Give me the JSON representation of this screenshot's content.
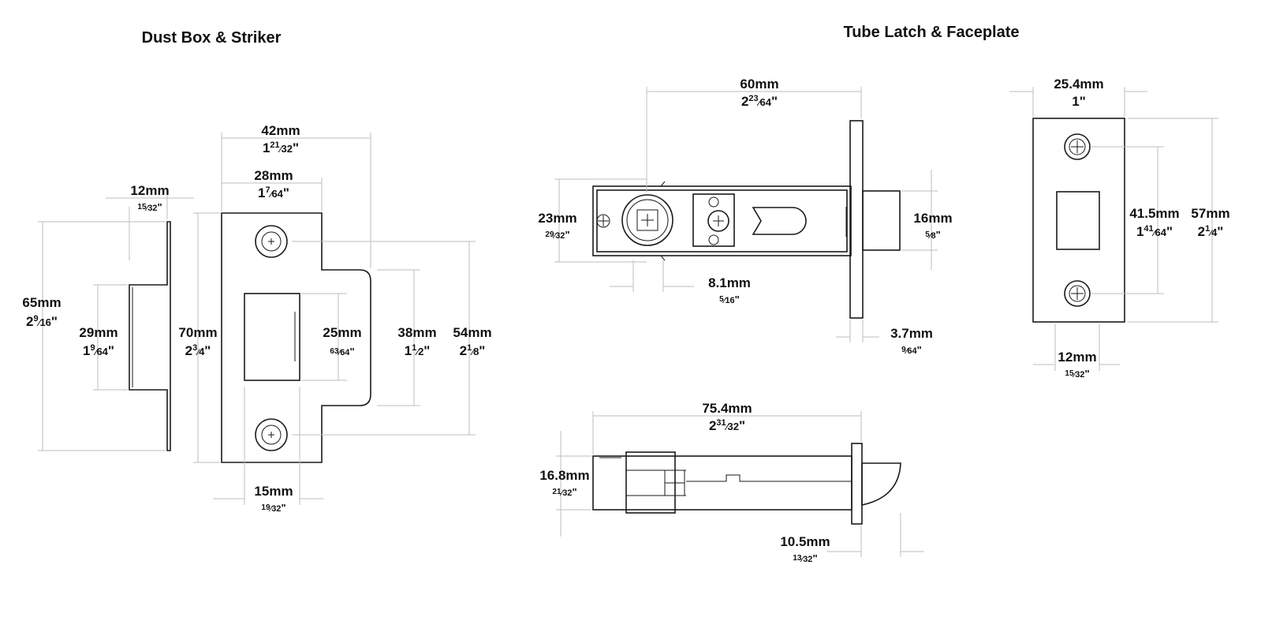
{
  "titles": {
    "left": "Dust Box & Striker",
    "right": "Tube Latch & Faceplate"
  },
  "dimensions": {
    "d42": {
      "mm": "42mm",
      "whole": "1",
      "num": "21",
      "den": "32"
    },
    "d28": {
      "mm": "28mm",
      "whole": "1",
      "num": "7",
      "den": "64"
    },
    "d12a": {
      "mm": "12mm",
      "whole": "",
      "num": "15",
      "den": "32"
    },
    "d65": {
      "mm": "65mm",
      "whole": "2",
      "num": "9",
      "den": "16"
    },
    "d29": {
      "mm": "29mm",
      "whole": "1",
      "num": "9",
      "den": "64"
    },
    "d70": {
      "mm": "70mm",
      "whole": "2",
      "num": "3",
      "den": "4"
    },
    "d25": {
      "mm": "25mm",
      "whole": "",
      "num": "63",
      "den": "64"
    },
    "d38": {
      "mm": "38mm",
      "whole": "1",
      "num": "1",
      "den": "2"
    },
    "d54": {
      "mm": "54mm",
      "whole": "2",
      "num": "1",
      "den": "8"
    },
    "d15": {
      "mm": "15mm",
      "whole": "",
      "num": "19",
      "den": "32"
    },
    "d60": {
      "mm": "60mm",
      "whole": "2",
      "num": "23",
      "den": "64"
    },
    "d23": {
      "mm": "23mm",
      "whole": "",
      "num": "29",
      "den": "32"
    },
    "d16": {
      "mm": "16mm",
      "whole": "",
      "num": "5",
      "den": "8"
    },
    "d8": {
      "mm": "8.1mm",
      "whole": "",
      "num": "5",
      "den": "16"
    },
    "d3": {
      "mm": "3.7mm",
      "whole": "",
      "num": "9",
      "den": "64"
    },
    "d254": {
      "mm": "25.4mm",
      "plain": "1\""
    },
    "d415": {
      "mm": "41.5mm",
      "whole": "1",
      "num": "41",
      "den": "64"
    },
    "d57": {
      "mm": "57mm",
      "whole": "2",
      "num": "1",
      "den": "4"
    },
    "d12b": {
      "mm": "12mm",
      "whole": "",
      "num": "15",
      "den": "32"
    },
    "d754": {
      "mm": "75.4mm",
      "whole": "2",
      "num": "31",
      "den": "32"
    },
    "d168": {
      "mm": "16.8mm",
      "whole": "",
      "num": "21",
      "den": "32"
    },
    "d105": {
      "mm": "10.5mm",
      "whole": "",
      "num": "13",
      "den": "32"
    }
  }
}
